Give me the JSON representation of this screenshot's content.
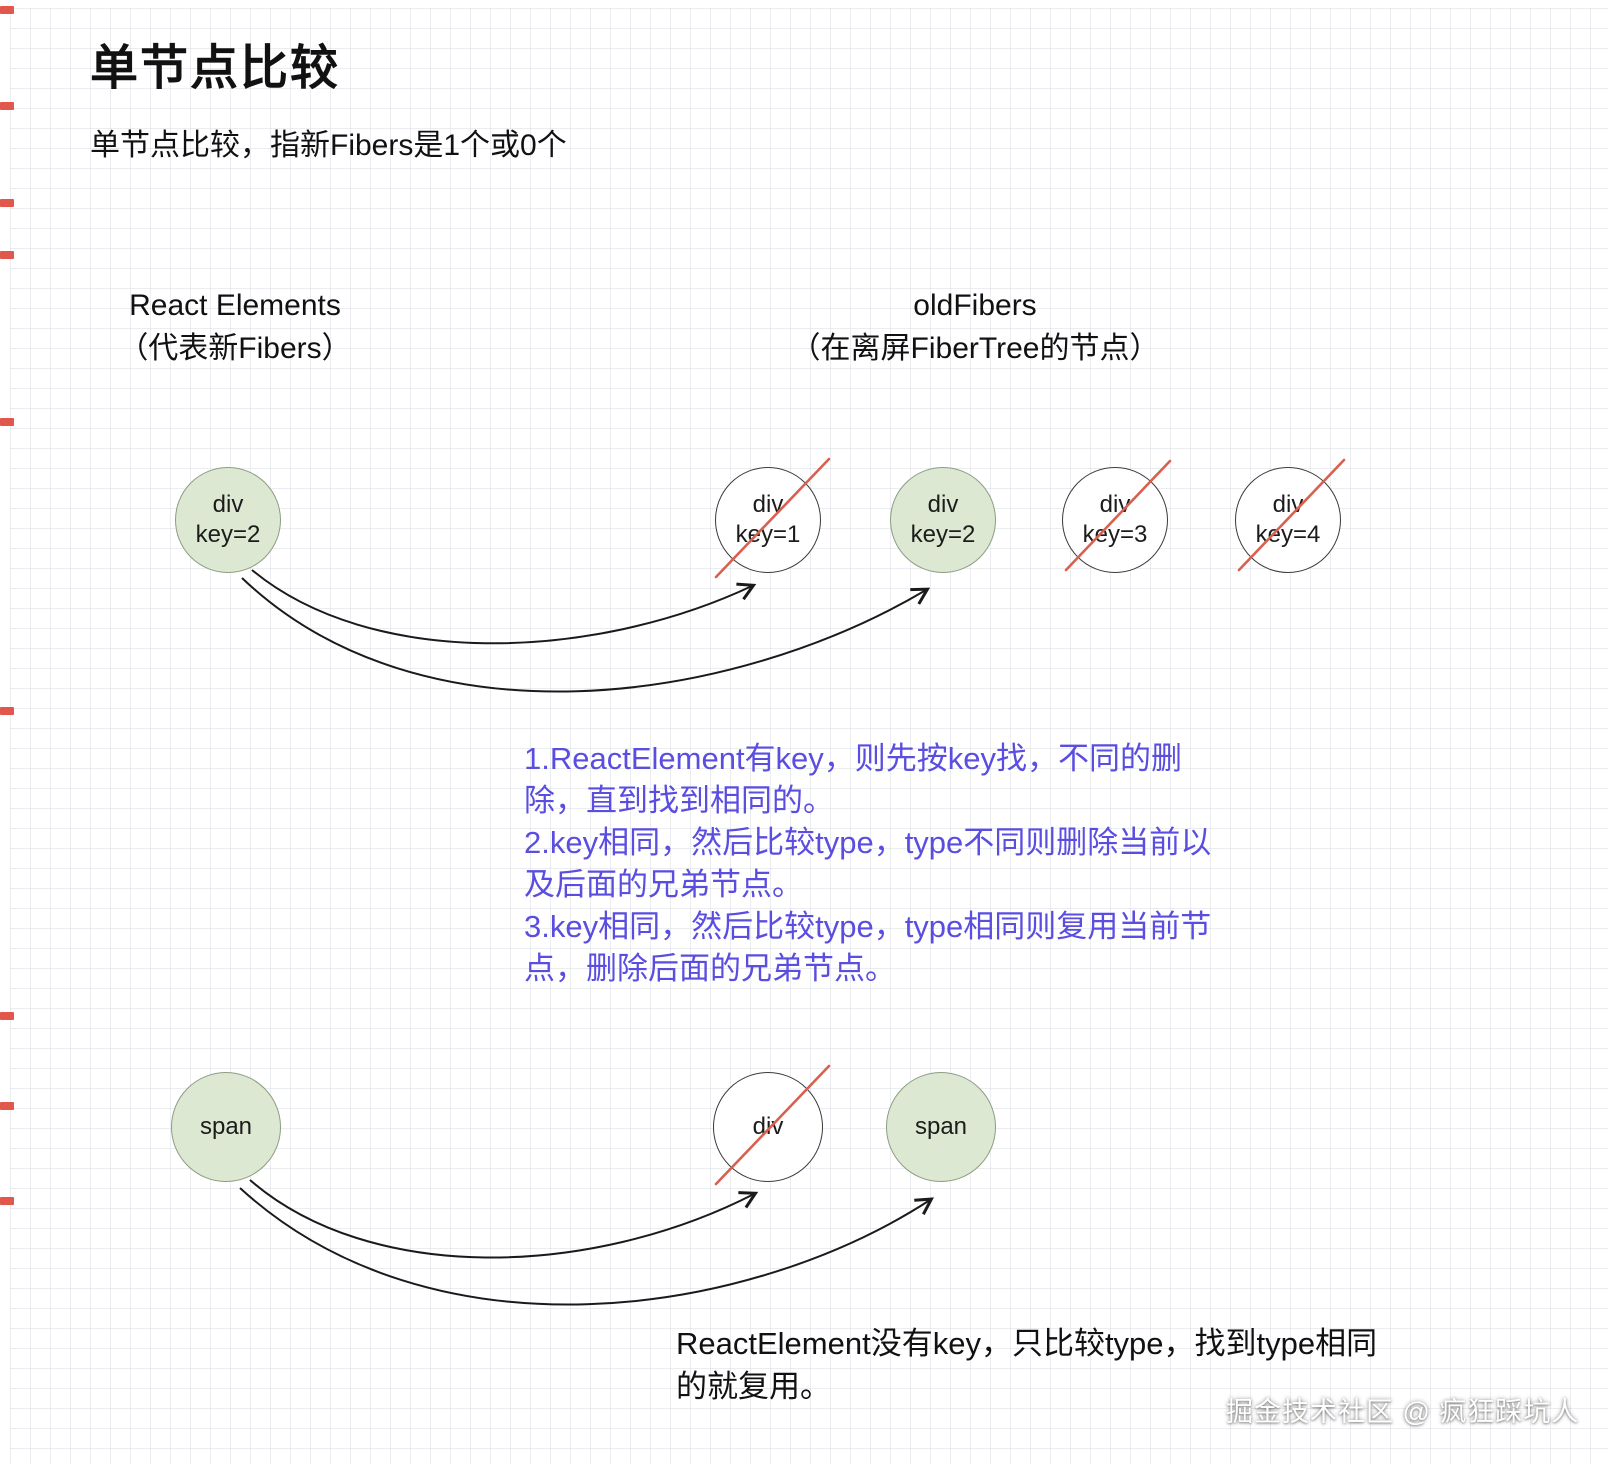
{
  "title": "单节点比较",
  "subtitle": "单节点比较，指新Fibers是1个或0个",
  "columns": {
    "left": {
      "line1": "React Elements",
      "line2": "（代表新Fibers）"
    },
    "right": {
      "line1": "oldFibers",
      "line2": "（在离屏FiberTree的节点）"
    }
  },
  "row1": {
    "new_node": {
      "tag": "div",
      "key": "key=2",
      "state": "new"
    },
    "old_nodes": [
      {
        "tag": "div",
        "key": "key=1",
        "state": "deleted"
      },
      {
        "tag": "div",
        "key": "key=2",
        "state": "matched"
      },
      {
        "tag": "div",
        "key": "key=3",
        "state": "deleted"
      },
      {
        "tag": "div",
        "key": "key=4",
        "state": "deleted"
      }
    ]
  },
  "row2": {
    "new_node": {
      "tag": "span",
      "state": "new"
    },
    "old_nodes": [
      {
        "tag": "div",
        "state": "deleted"
      },
      {
        "tag": "span",
        "state": "matched"
      }
    ]
  },
  "notes_keyed": "1.ReactElement有key，则先按key找，不同的删\n除，直到找到相同的。\n2.key相同，然后比较type，type不同则删除当前以\n及后面的兄弟节点。\n3.key相同，然后比较type，type相同则复用当前节\n点，删除后面的兄弟节点。",
  "notes_unkeyed": "ReactElement没有key，只比较type，找到type相同\n的就复用。",
  "watermark": "掘金技术社区 @ 疯狂踩坑人",
  "colors": {
    "matched_fill": "#dce8d2",
    "matched_border": "#8d9d83",
    "delete_slash": "#d9604f",
    "keyed_notes_text": "#5a4de0",
    "arrow_stroke": "#1a1a1a",
    "grid_line": "#dfe3ea"
  }
}
